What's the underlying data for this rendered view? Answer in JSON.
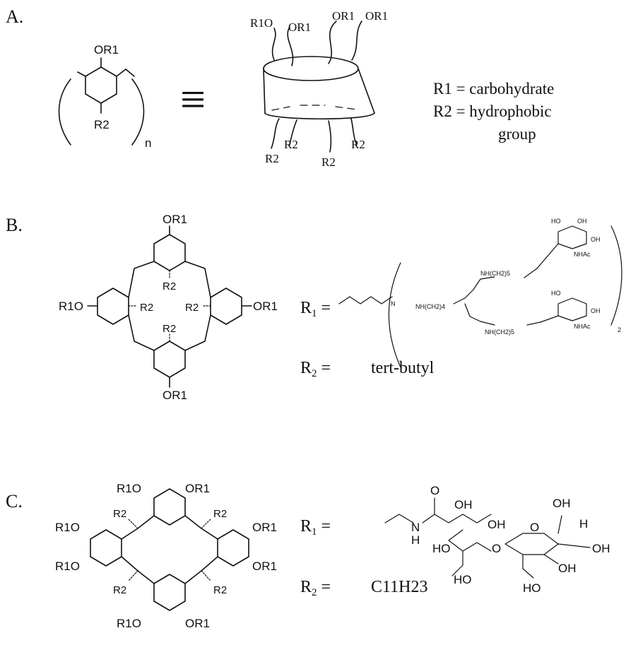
{
  "panels": {
    "a": {
      "label": "A.",
      "repeat_index": "n",
      "equiv": "≡",
      "r1_eq": "R1 = carbohydrate",
      "r2_eq": "R2 = hydrophobic",
      "r2_eq_cont": "group",
      "r1_name": "carbohydrate",
      "r2_name": "hydrophobic group"
    },
    "b": {
      "label": "B.",
      "r2_value": "tert-butyl",
      "linker_text": "NH(CH2)4",
      "sugar_sub": "NHAc",
      "chain_text": "NH(CH2)5",
      "outer_sub": "2"
    },
    "c": {
      "label": "C.",
      "r2_value": "C11H23"
    }
  },
  "atoms": {
    "OR1": "OR1",
    "R1O": "R1O",
    "R2": "R2",
    "OH": "OH",
    "HO": "HO",
    "O": "O",
    "N": "N",
    "H": "H"
  },
  "colors": {
    "ink": "#111111",
    "background": "#ffffff"
  }
}
